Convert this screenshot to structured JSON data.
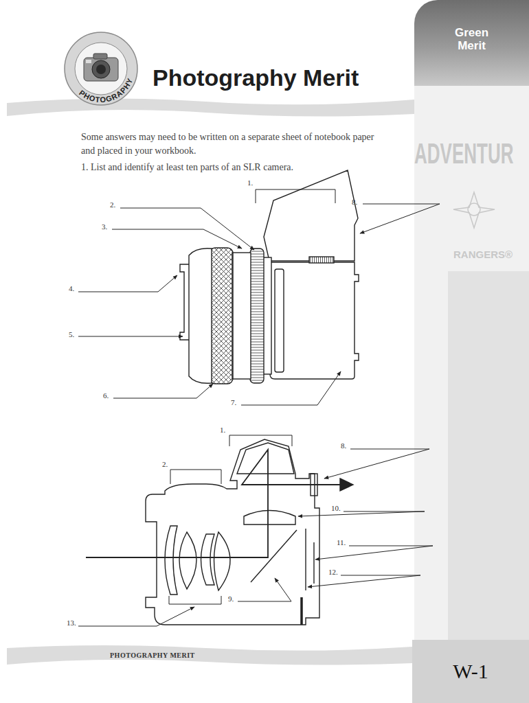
{
  "diagram": {
    "title": "Photography Merit",
    "nodes": [
      {
        "text": [
          "Green Merit"
        ]
      },
      {
        "text": [
          "W-1"
        ]
      }
    ],
    "labels": [
      "PHOTOGRAPHY",
      "ADVENTUR",
      "RANGERS®",
      "Some answers may need to be written on a separate sheet of notebook paper and placed in your workbook.",
      "1. List and identify at least ten parts of an SLR camera.",
      "1.",
      "2.",
      "3.",
      "4.",
      "5.",
      "6.",
      "7.",
      "8.",
      "1.",
      "2.",
      "8.",
      "10.",
      "11.",
      "12.",
      "9.",
      "13.",
      "PHOTOGRAPHY MERIT"
    ]
  }
}
